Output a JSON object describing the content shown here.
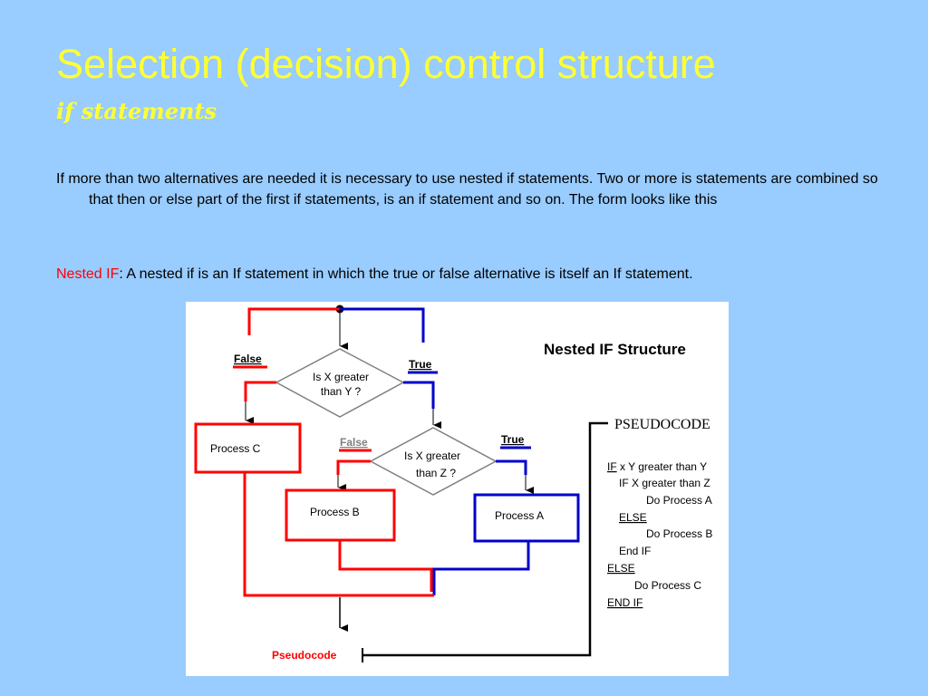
{
  "slide": {
    "title": "Selection (decision) control structure",
    "subtitle": "if statements",
    "paragraph": "If more than two alternatives are needed it is necessary to use nested if statements. Two or more is statements are combined so that then or else part of the first if statements, is an if statement and so on. The form looks like this",
    "nested_label": "Nested IF",
    "nested_text": ": A nested if is an If statement in which the true or false alternative is itself an If statement."
  },
  "diagram": {
    "heading": "Nested IF Structure",
    "decision1": {
      "line1": "Is X greater",
      "line2": "than Y ?"
    },
    "decision2": {
      "line1": "Is X greater",
      "line2": "than Z ?"
    },
    "false1": "False",
    "true1": "True",
    "false2": "False",
    "true2": "True",
    "process_c": "Process C",
    "process_b": "Process B",
    "process_a": "Process A",
    "pseudocode_label": "Pseudocode",
    "pseudocode_title": "PSEUDOCODE",
    "pseudocode_lines": [
      {
        "kw": "IF",
        "rest": " x Y greater than Y"
      },
      {
        "kw": "",
        "rest": "IF X greater than Z"
      },
      {
        "kw": "",
        "rest": "Do Process A"
      },
      {
        "kw": "ELSE",
        "rest": ""
      },
      {
        "kw": "",
        "rest": "Do Process B"
      },
      {
        "kw": "",
        "rest": "End IF"
      },
      {
        "kw": "ELSE",
        "rest": ""
      },
      {
        "kw": "",
        "rest": "Do Process C"
      },
      {
        "kw": "END IF",
        "rest": ""
      }
    ]
  },
  "colors": {
    "background": "#99ccff",
    "title": "#ffff33",
    "false_path": "#ff0000",
    "true_path": "#0000cc",
    "label_red": "#ff0000"
  }
}
